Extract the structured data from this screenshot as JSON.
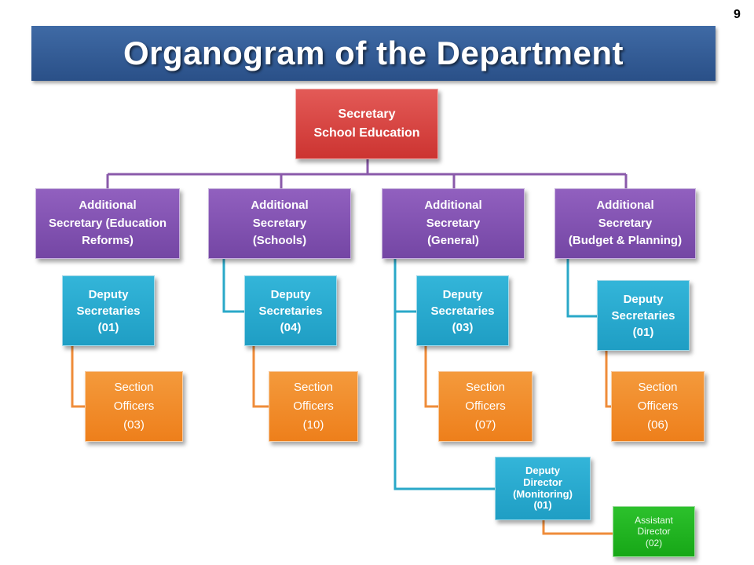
{
  "slide_number": "9",
  "title": "Organogram of the Department",
  "colors": {
    "banner": "#2f5a92",
    "secretary": "#d63f3c",
    "additional_secretary": "#8052b1",
    "deputy": "#28a8cd",
    "section": "#f08a28",
    "assistant": "#1fb31f",
    "connector_purple": "#8a5aaa",
    "connector_cyan": "#2aa8c8",
    "connector_orange": "#ef8c3a"
  },
  "secretary": {
    "label": "Secretary\nSchool Education"
  },
  "branches": [
    {
      "additional": "Additional\nSecretary (Education\nReforms)",
      "deputy": "Deputy\nSecretaries\n(01)",
      "section": "Section\nOfficers\n(03)"
    },
    {
      "additional": "Additional\nSecretary\n(Schools)",
      "deputy": "Deputy\nSecretaries\n(04)",
      "section": "Section\nOfficers\n(10)"
    },
    {
      "additional": "Additional\nSecretary\n(General)",
      "deputy": "Deputy\nSecretaries\n(03)",
      "section": "Section\nOfficers\n(07)",
      "deputy_director": "Deputy\nDirector\n(Monitoring)\n(01)",
      "assistant_director": "Assistant\nDirector\n(02)"
    },
    {
      "additional": "Additional\nSecretary\n(Budget & Planning)",
      "deputy": "Deputy\nSecretaries\n(01)",
      "section": "Section\nOfficers\n(06)"
    }
  ]
}
